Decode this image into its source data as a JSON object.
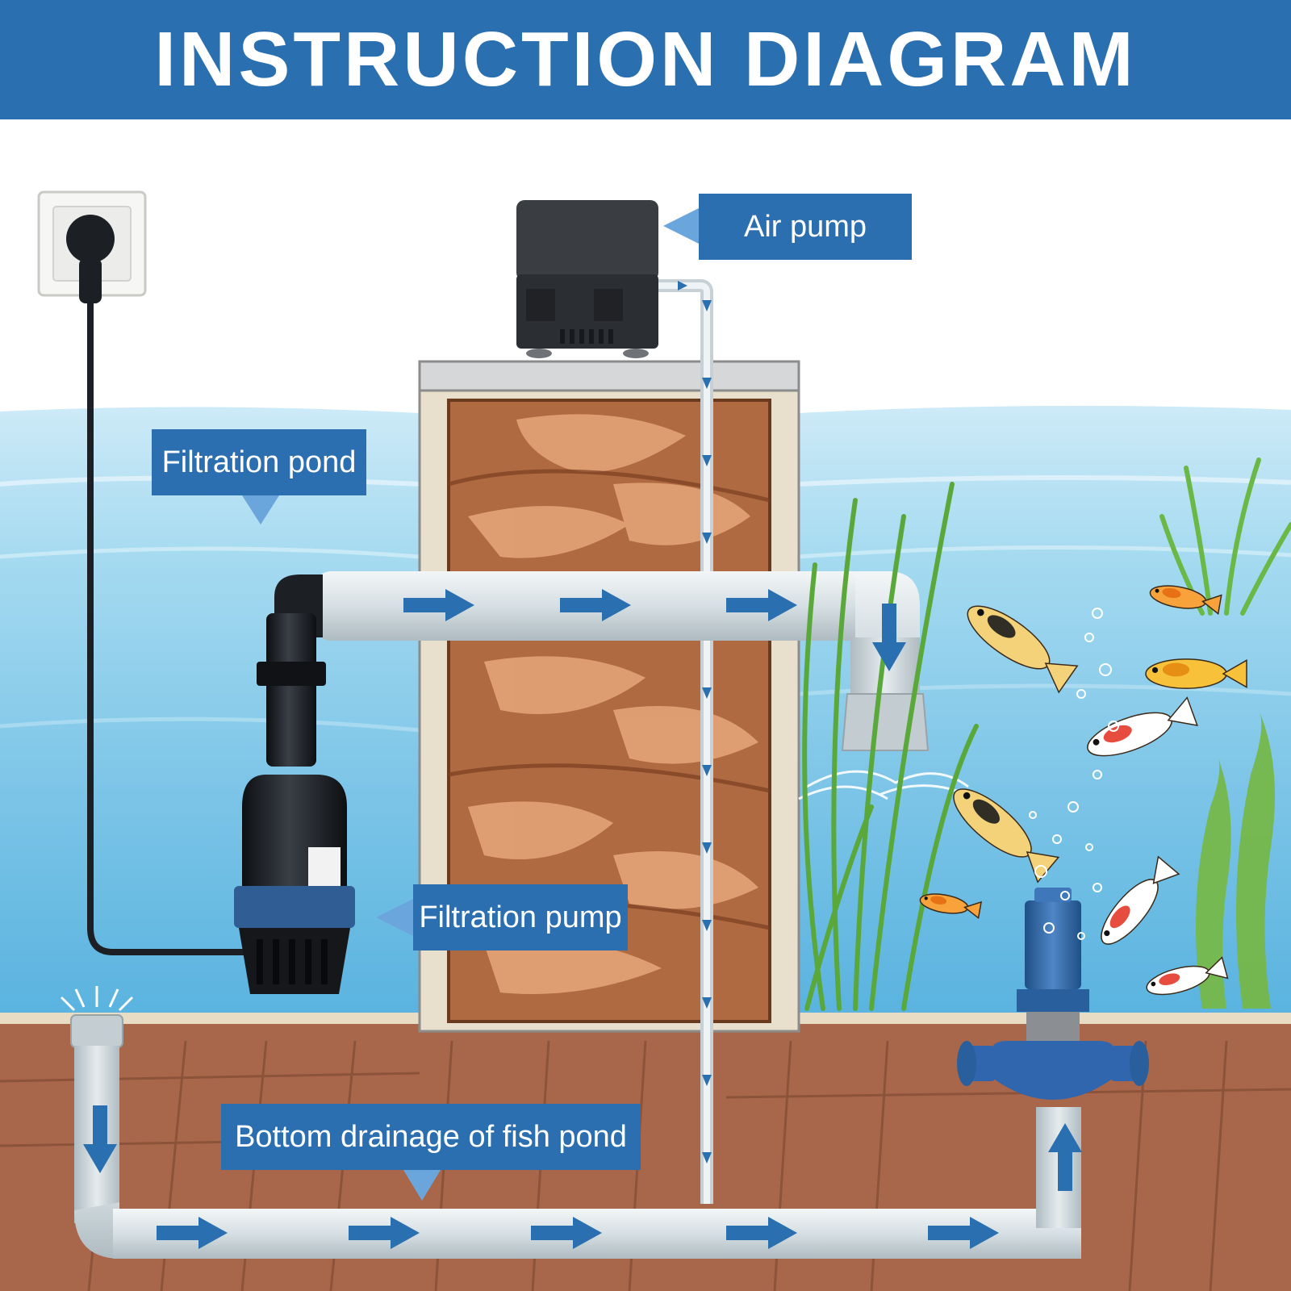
{
  "header": {
    "title": "INSTRUCTION DIAGRAM"
  },
  "labels": {
    "air_pump": "Air pump",
    "filtration_pond": "Filtration pond",
    "filtration_pump": "Filtration pump",
    "bottom_drainage": "Bottom drainage of fish pond"
  },
  "colors": {
    "brand_blue": "#2a6faf",
    "label_blue": "#2b6fb0",
    "water_light": "#bfe4f4",
    "water_mid": "#8fd0ec",
    "water_deep": "#5ab6e0",
    "soil": "#a8674a",
    "pipe": "#d9e2e6",
    "pump_black": "#1c1f24",
    "pump_blue": "#2f5d94",
    "arrow_blue": "#2a6faf"
  },
  "icons": {
    "socket": "wall-socket-icon",
    "plug": "power-plug-icon",
    "air_pump": "air-pump-icon",
    "filtration_pump": "submersible-pump-icon",
    "circulation_pump": "circulation-pump-icon",
    "fish": "koi-fish-icon",
    "plant": "water-plant-icon",
    "flow_arrow": "flow-arrow-icon",
    "bubble": "bubble-icon"
  }
}
